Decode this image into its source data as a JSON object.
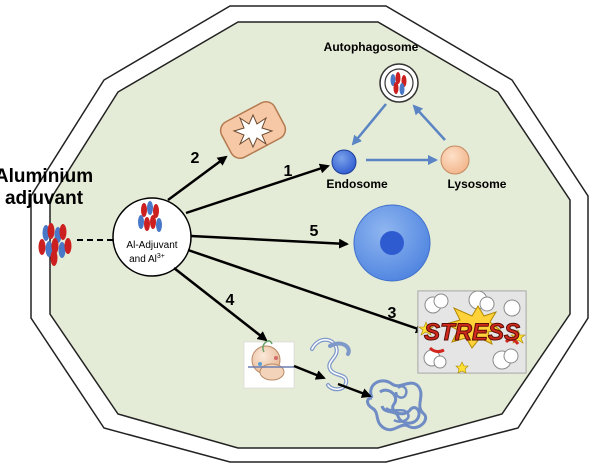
{
  "labels": {
    "aluminium": "Aluminium",
    "adjuvant": "adjuvant",
    "autophagosome": "Autophagosome",
    "endosome": "Endosome",
    "lysosome": "Lysosome",
    "al_adjuvant": "Al-Adjuvant",
    "and_al": "and Al",
    "al_charge": "3+",
    "stress": "STRESS"
  },
  "pathways": [
    "1",
    "2",
    "3",
    "4",
    "5"
  ],
  "colors": {
    "cell_fill": "#e4ebd6",
    "endosome": "#4a78cf",
    "lysosome": "#f6c8a6",
    "nucleus_outer": "#5b93e6",
    "nucleus_inner": "#2f5bd0",
    "vesicle_arrow": "#5a84c4",
    "particle_red": "#cc1f1f",
    "particle_blue": "#4a78c8"
  }
}
